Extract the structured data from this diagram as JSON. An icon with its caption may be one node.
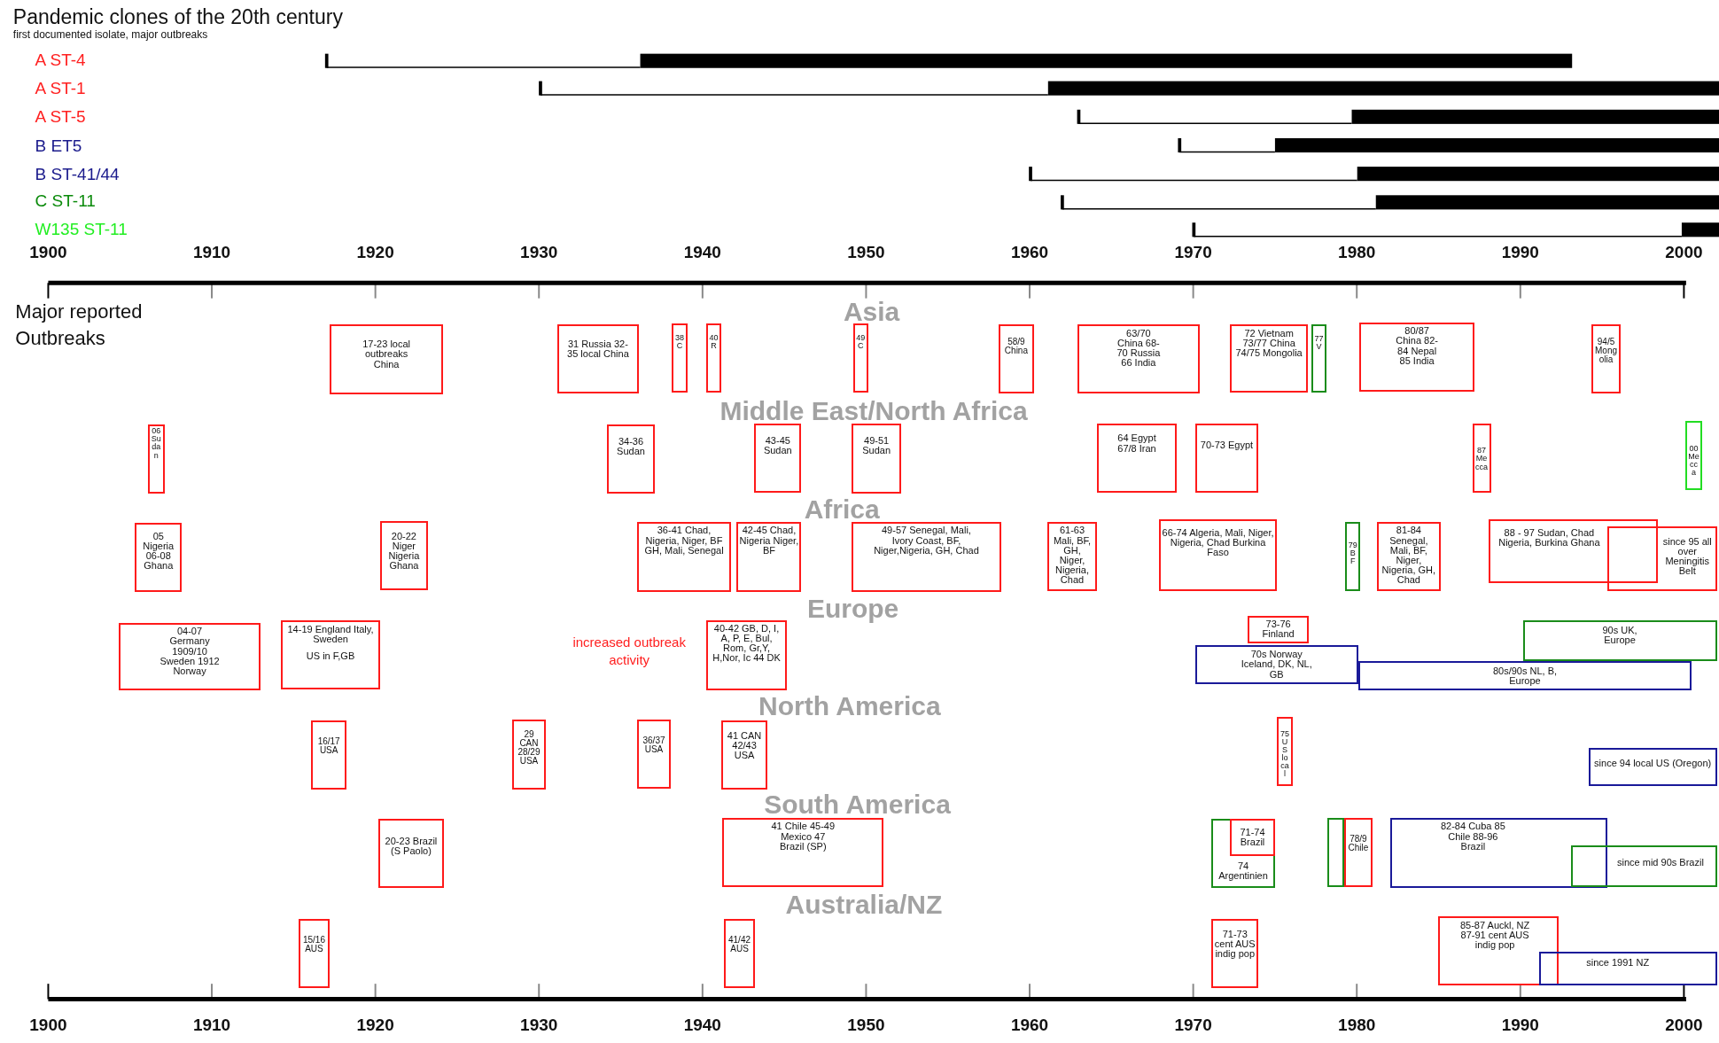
{
  "diagram": {
    "title": "Pandemic clones of the 20th century",
    "nodes": [
      {
        "text": [
          "17-23 local outbreaks China"
        ]
      },
      {
        "text": [
          "31 Russia 32-35 local China"
        ]
      },
      {
        "text": [
          "38 C"
        ]
      },
      {
        "text": [
          "40 R"
        ]
      },
      {
        "text": [
          "49 C"
        ]
      },
      {
        "text": [
          "58/9 China"
        ]
      },
      {
        "text": [
          "63/70 China 68-70 Russia 66 India"
        ]
      },
      {
        "text": [
          "72 Vietnam 73/77 China 74/75 Mongolia"
        ]
      },
      {
        "text": [
          "77 V"
        ]
      },
      {
        "text": [
          "80/87 China 82-84 Nepal 85 India"
        ]
      },
      {
        "text": [
          "94/5 Mongolia"
        ]
      },
      {
        "text": [
          "06 Sudan"
        ]
      },
      {
        "text": [
          "34-36 Sudan"
        ]
      },
      {
        "text": [
          "43-45 Sudan"
        ]
      },
      {
        "text": [
          "49-51 Sudan"
        ]
      },
      {
        "text": [
          "64 Egypt 67/8 Iran"
        ]
      },
      {
        "text": [
          "70-73 Egypt"
        ]
      },
      {
        "text": [
          "87 Mecca"
        ]
      },
      {
        "text": [
          "00 Mecca"
        ]
      },
      {
        "text": [
          "05 Nigeria 06-08 Ghana"
        ]
      },
      {
        "text": [
          "20-22 Niger Nigeria Ghana"
        ]
      },
      {
        "text": [
          "36-41 Chad, Nigeria, Niger, BF GH, Mali, Senegal"
        ]
      },
      {
        "text": [
          "42-45 Chad, Nigeria Niger, BF"
        ]
      },
      {
        "text": [
          "49-57 Senegal, Mali, Ivory Coast, BF, Niger,Nigeria, GH, Chad"
        ]
      },
      {
        "text": [
          "61-63 Mali, BF, GH, Niger, Nigeria, Chad"
        ]
      },
      {
        "text": [
          "66-74 Algeria, Mali, Niger, Nigeria, Chad Burkina Faso"
        ]
      },
      {
        "text": [
          "79 BF"
        ]
      },
      {
        "text": [
          "81-84 Senegal, Mali, BF, Niger, Nigeria, GH, Chad"
        ]
      },
      {
        "text": [
          "88 - 97 Sudan, Chad Nigeria, Burkina Ghana"
        ]
      },
      {
        "text": [
          "since 95 all over Meningitis Belt"
        ]
      },
      {
        "text": [
          "04-07 Germany 1909/10 Sweden 1912 Norway"
        ]
      },
      {
        "text": [
          "14-19 England Italy, Sweden",
          "US in F,GB"
        ]
      },
      {
        "text": [
          "40-42 GB, D, I, A, P, E, Bul, Rom, Gr,Y, H,Nor, Ic 44 DK"
        ]
      },
      {
        "text": [
          "73-76 Finland"
        ]
      },
      {
        "text": [
          "70s Norway Iceland, DK, NL, GB"
        ]
      },
      {
        "text": [
          "80s/90s NL, B, Europe"
        ]
      },
      {
        "text": [
          "90s UK, Europe"
        ]
      },
      {
        "text": [
          "16/17 USA"
        ]
      },
      {
        "text": [
          "29 CAN 28/29 USA"
        ]
      },
      {
        "text": [
          "36/37 USA"
        ]
      },
      {
        "text": [
          "41 CAN 42/43 USA"
        ]
      },
      {
        "text": [
          "75 US local"
        ]
      },
      {
        "text": [
          "since 94 local US (Oregon)"
        ]
      },
      {
        "text": [
          "20-23 Brazil (S Paolo)"
        ]
      },
      {
        "text": [
          "41 Chile 45-49 Mexico 47 Brazil (SP)"
        ]
      },
      {
        "text": [
          "74 Argentinien"
        ]
      },
      {
        "text": [
          "71-74 Brazil"
        ],
        "in": 45
      },
      {
        "text": [],
        "shape": "box"
      },
      {
        "text": [
          "78/9 Chile"
        ]
      },
      {
        "text": [
          "82-84 Cuba 85 Chile 88-96 Brazil"
        ]
      },
      {
        "text": [
          "since mid 90s Brazil"
        ]
      },
      {
        "text": [
          "15/16 AUS"
        ]
      },
      {
        "text": [
          "41/42 AUS"
        ]
      },
      {
        "text": [
          "71-73 cent AUS indig pop"
        ]
      },
      {
        "text": [
          "85-87 Auckl, NZ 87-91 cent AUS indig pop"
        ]
      },
      {
        "text": [
          "since 1991 NZ"
        ]
      }
    ],
    "labels": [
      "first documented isolate, major outbreaks",
      "A ST-4",
      "A ST-1",
      "A ST-5",
      "B ET5",
      "B ST-41/44",
      "C ST-11",
      "W135 ST-11",
      "1900",
      "1910",
      "1920",
      "1930",
      "1940",
      "1950",
      "1960",
      "1970",
      "1980",
      "1990",
      "2000",
      "Major reported Outbreaks",
      "Asia",
      "Middle East/North Africa",
      "Africa",
      "Europe",
      "increased outbreak activity",
      "North America",
      "South America",
      "Australia/NZ",
      "1900",
      "1910",
      "1920",
      "1930",
      "1940",
      "1950",
      "1960",
      "1970",
      "1980",
      "1990",
      "2000"
    ]
  }
}
